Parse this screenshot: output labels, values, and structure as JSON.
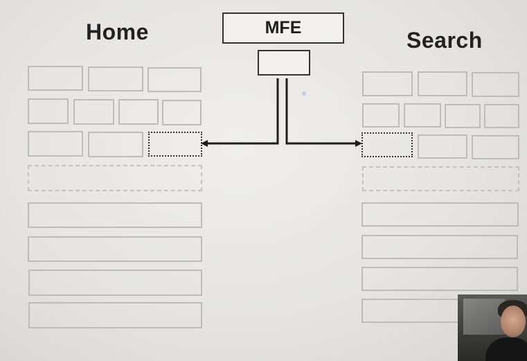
{
  "diagram": {
    "left_title": "Home",
    "right_title": "Search",
    "center_label": "MFE"
  },
  "webcam": {
    "icon": "presenter-webcam-icon"
  }
}
